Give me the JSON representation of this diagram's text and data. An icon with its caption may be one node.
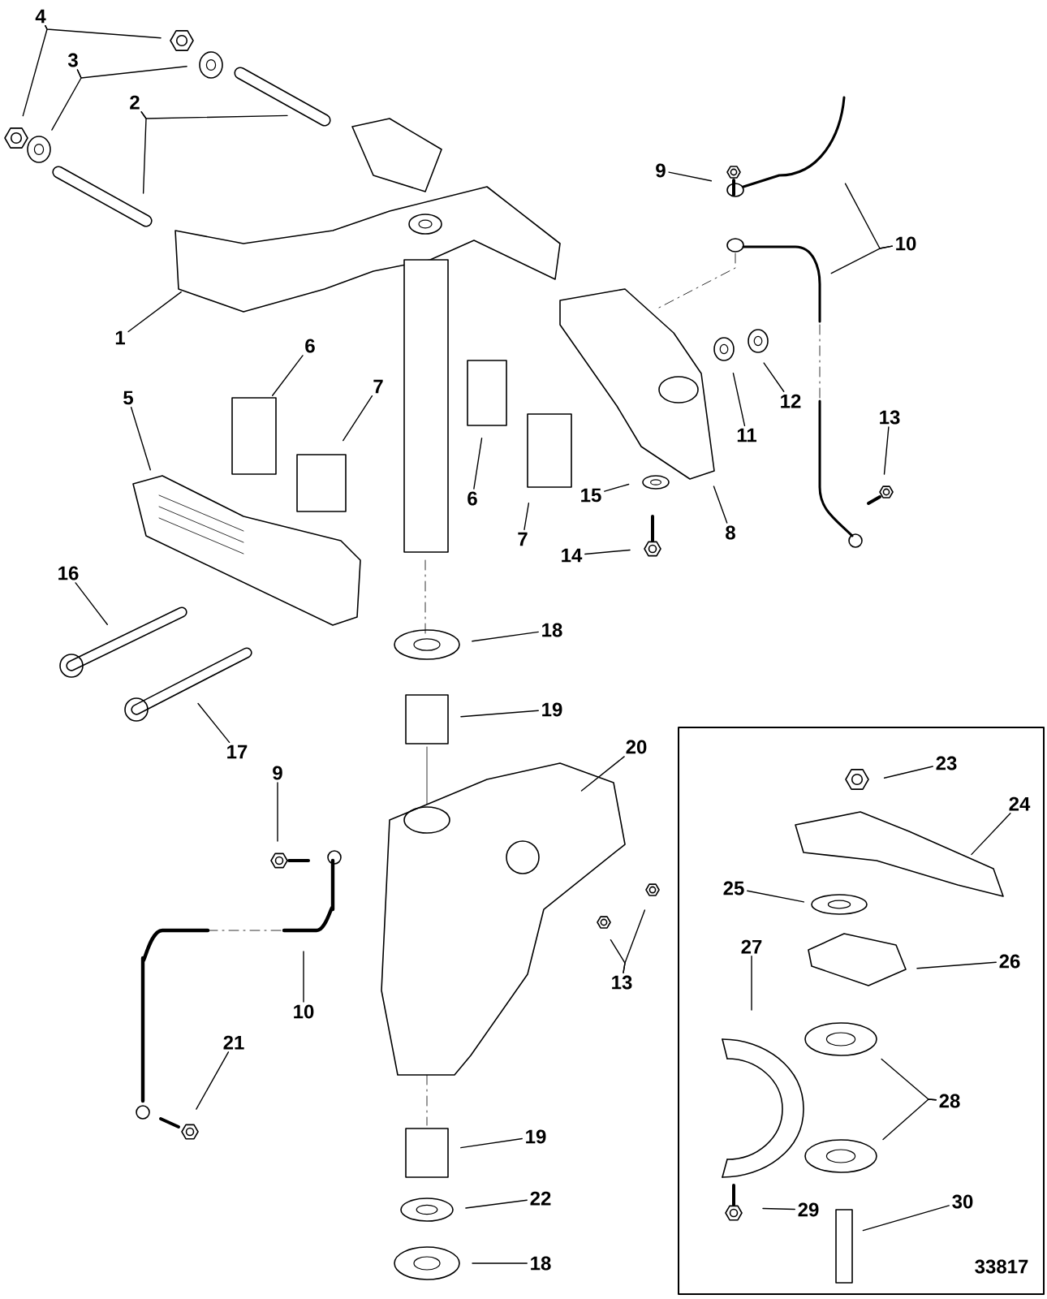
{
  "diagram": {
    "nodes": [
      {
        "text": [
          "4"
        ]
      },
      {
        "text": [
          "3"
        ]
      },
      {
        "text": [
          "2"
        ]
      },
      {
        "text": [
          "9"
        ]
      },
      {
        "text": [
          "10"
        ]
      },
      {
        "text": [
          "1"
        ]
      },
      {
        "text": [
          "6"
        ]
      },
      {
        "text": [
          "7"
        ]
      },
      {
        "text": [
          "5"
        ]
      },
      {
        "text": [
          "11"
        ]
      },
      {
        "text": [
          "12"
        ]
      },
      {
        "text": [
          "13"
        ]
      },
      {
        "text": [
          "6"
        ]
      },
      {
        "text": [
          "7"
        ]
      },
      {
        "text": [
          "15"
        ]
      },
      {
        "text": [
          "8"
        ]
      },
      {
        "text": [
          "14"
        ]
      },
      {
        "text": [
          "16"
        ]
      },
      {
        "text": [
          "18"
        ]
      },
      {
        "text": [
          "19"
        ]
      },
      {
        "text": [
          "17"
        ]
      },
      {
        "text": [
          "20"
        ]
      },
      {
        "text": [
          "9"
        ]
      },
      {
        "text": [
          "23"
        ]
      },
      {
        "text": [
          "24"
        ]
      },
      {
        "text": [
          "25"
        ]
      },
      {
        "text": [
          "27"
        ]
      },
      {
        "text": [
          "26"
        ]
      },
      {
        "text": [
          "13"
        ]
      },
      {
        "text": [
          "10"
        ]
      },
      {
        "text": [
          "21"
        ]
      },
      {
        "text": [
          "28"
        ]
      },
      {
        "text": [
          "19"
        ]
      },
      {
        "text": [
          "22"
        ]
      },
      {
        "text": [
          "29"
        ]
      },
      {
        "text": [
          "30"
        ]
      },
      {
        "text": [
          "18"
        ]
      }
    ],
    "edges": [
      {
        "from": 0,
        "to": null,
        "arrow": "none"
      },
      {
        "from": 0,
        "to": null,
        "arrow": "none"
      },
      {
        "from": 1,
        "to": null,
        "arrow": "none"
      },
      {
        "from": 1,
        "to": null,
        "arrow": "none"
      },
      {
        "from": 2,
        "to": null,
        "arrow": "none"
      },
      {
        "from": 2,
        "to": null,
        "arrow": "none"
      },
      {
        "from": 3,
        "to": null,
        "arrow": "none"
      },
      {
        "from": 4,
        "to": null,
        "arrow": "none"
      },
      {
        "from": 4,
        "to": null,
        "arrow": "none"
      },
      {
        "from": 5,
        "to": null,
        "arrow": "none"
      },
      {
        "from": 6,
        "to": null,
        "arrow": "none"
      },
      {
        "from": 7,
        "to": null,
        "arrow": "none"
      },
      {
        "from": 8,
        "to": null,
        "arrow": "none"
      },
      {
        "from": 9,
        "to": null,
        "arrow": "none"
      },
      {
        "from": 10,
        "to": null,
        "arrow": "none"
      },
      {
        "from": 11,
        "to": null,
        "arrow": "none"
      },
      {
        "from": 12,
        "to": null,
        "arrow": "none"
      },
      {
        "from": 13,
        "to": null,
        "arrow": "none"
      },
      {
        "from": 14,
        "to": null,
        "arrow": "none"
      },
      {
        "from": 15,
        "to": null,
        "arrow": "none"
      },
      {
        "from": 16,
        "to": null,
        "arrow": "none"
      },
      {
        "from": 17,
        "to": null,
        "arrow": "none"
      },
      {
        "from": 18,
        "to": null,
        "arrow": "none"
      },
      {
        "from": 19,
        "to": null,
        "arrow": "none"
      },
      {
        "from": 20,
        "to": null,
        "arrow": "none"
      },
      {
        "from": 21,
        "to": null,
        "arrow": "none"
      },
      {
        "from": 22,
        "to": null,
        "arrow": "none"
      },
      {
        "from": 23,
        "to": null,
        "arrow": "none"
      },
      {
        "from": 24,
        "to": null,
        "arrow": "none"
      },
      {
        "from": 25,
        "to": null,
        "arrow": "none"
      },
      {
        "from": 26,
        "to": null,
        "arrow": "none"
      },
      {
        "from": 27,
        "to": null,
        "arrow": "none"
      },
      {
        "from": 28,
        "to": null,
        "arrow": "none"
      },
      {
        "from": 28,
        "to": null,
        "arrow": "none"
      },
      {
        "from": 29,
        "to": null,
        "arrow": "none"
      },
      {
        "from": 30,
        "to": null,
        "arrow": "none"
      },
      {
        "from": 31,
        "to": null,
        "arrow": "none"
      },
      {
        "from": 31,
        "to": null,
        "arrow": "none"
      },
      {
        "from": 32,
        "to": null,
        "arrow": "none"
      },
      {
        "from": 33,
        "to": null,
        "arrow": "none"
      },
      {
        "from": 34,
        "to": null,
        "arrow": "none"
      },
      {
        "from": 35,
        "to": null,
        "arrow": "none"
      },
      {
        "from": 36,
        "to": null,
        "arrow": "none"
      }
    ],
    "labels": [
      "33817"
    ]
  }
}
